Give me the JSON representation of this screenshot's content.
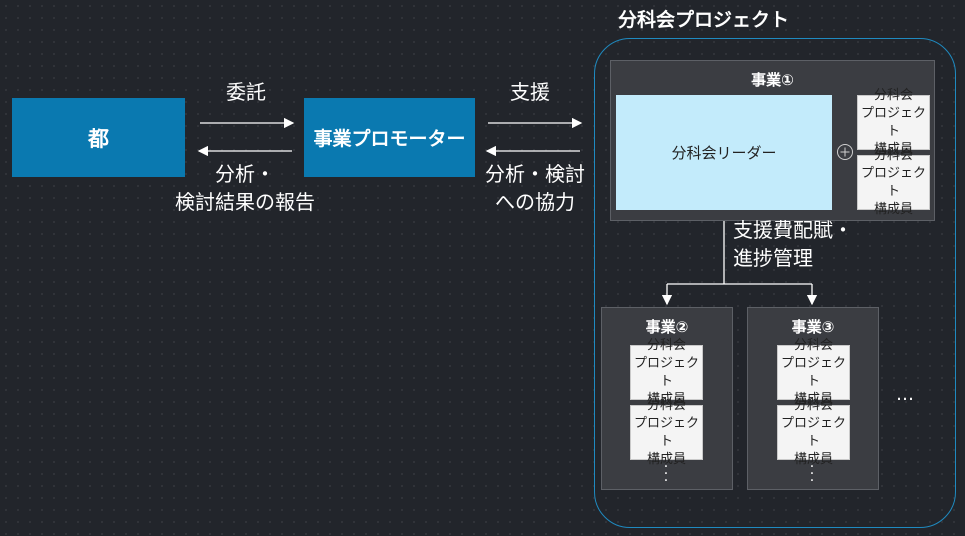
{
  "left": {
    "tokyo_label": "都",
    "promoter_label": "事業プロモーター",
    "commission_label": "委託",
    "report_label_line1": "分析・",
    "report_label_line2": "検討結果の報告",
    "support_label": "支援",
    "cooperation_line1": "分析・検討",
    "cooperation_line2": "への協力"
  },
  "project": {
    "title": "分科会プロジェクト",
    "business1": {
      "title": "事業①",
      "leader": "分科会リーダー",
      "plus_icon": "plus-circle-icon",
      "members": [
        {
          "line1": "分科会",
          "line2": "プロジェクト",
          "line3": "構成員"
        },
        {
          "line1": "分科会",
          "line2": "プロジェクト",
          "line3": "構成員"
        }
      ]
    },
    "distribution_label_line1": "支援費配賦・",
    "distribution_label_line2": "進捗管理",
    "business2": {
      "title": "事業②",
      "members": [
        {
          "line1": "分科会",
          "line2": "プロジェクト",
          "line3": "構成員"
        },
        {
          "line1": "分科会",
          "line2": "プロジェクト",
          "line3": "構成員"
        }
      ]
    },
    "business3": {
      "title": "事業③",
      "members": [
        {
          "line1": "分科会",
          "line2": "プロジェクト",
          "line3": "構成員"
        },
        {
          "line1": "分科会",
          "line2": "プロジェクト",
          "line3": "構成員"
        }
      ]
    },
    "more_ellipsis": "…"
  },
  "colors": {
    "background": "#22252b",
    "primary_blue": "#0a79b0",
    "leader_fill": "#c3ebfb",
    "frame_border": "#1f8ac0"
  }
}
